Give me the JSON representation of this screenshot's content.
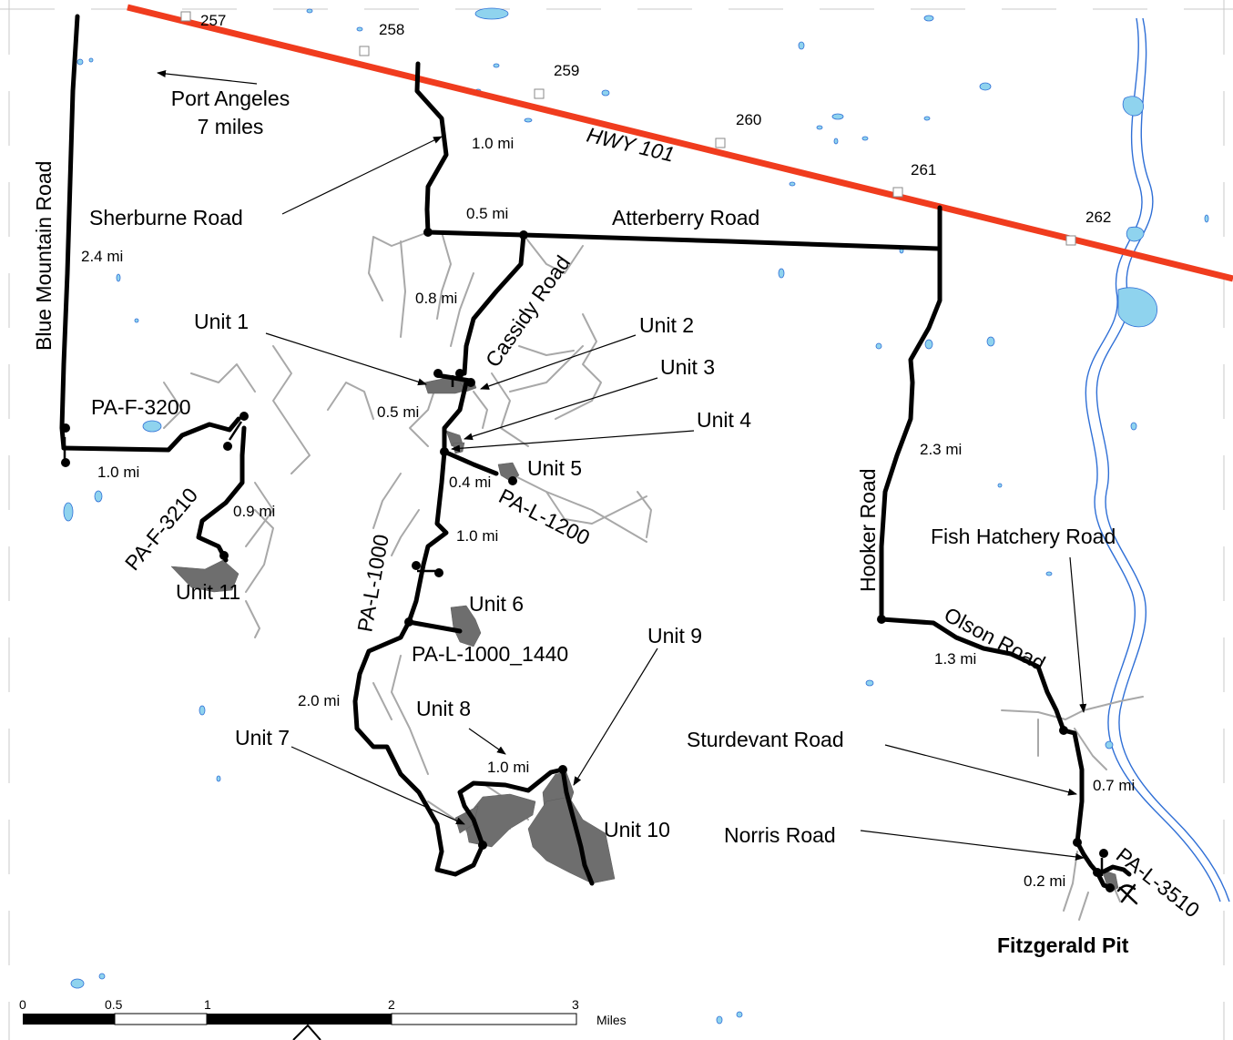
{
  "roads": {
    "highway": "HWY 101",
    "blue_mountain": "Blue Mountain Road",
    "sherburne": "Sherburne Road",
    "atterberry": "Atterberry Road",
    "cassidy": "Cassidy Road",
    "hooker": "Hooker Road",
    "olson": "Olson Road",
    "fish_hatchery": "Fish Hatchery Road",
    "sturdevant": "Sturdevant Road",
    "norris": "Norris Road",
    "pa_f_3200": "PA-F-3200",
    "pa_f_3210": "PA-F-3210",
    "pa_l_1000": "PA-L-1000",
    "pa_l_1200": "PA-L-1200",
    "pa_l_1000_1440": "PA-L-1000_1440",
    "pa_l_3510": "PA-L-3510"
  },
  "mileposts": [
    "257",
    "258",
    "259",
    "260",
    "261",
    "262"
  ],
  "port_angeles": {
    "line1": "Port Angeles",
    "line2": "7 miles"
  },
  "units": {
    "u1": "Unit 1",
    "u2": "Unit 2",
    "u3": "Unit 3",
    "u4": "Unit 4",
    "u5": "Unit 5",
    "u6": "Unit 6",
    "u7": "Unit 7",
    "u8": "Unit 8",
    "u9": "Unit 9",
    "u10": "Unit 10",
    "u11": "Unit 11"
  },
  "distances": {
    "sherburne": "1.0 mi",
    "atterberry": "0.5 mi",
    "blue_mountain": "2.4 mi",
    "cassidy": "0.8 mi",
    "unit1": "0.5 mi",
    "pa_f_3200": "1.0 mi",
    "pa_f_3210": "0.9 mi",
    "pa_l_1200": "0.4 mi",
    "pa_l_1000": "1.0 mi",
    "pa_l_1000_south": "2.0 mi",
    "unit8": "1.0 mi",
    "hooker": "2.3 mi",
    "olson": "1.3 mi",
    "sturdevant": "0.7 mi",
    "norris": "0.2 mi"
  },
  "destination": "Fitzgerald Pit",
  "scale": {
    "ticks": [
      "0",
      "0.5",
      "1",
      "2",
      "3"
    ],
    "unit": "Miles"
  },
  "colors": {
    "highway": "#f03c1e",
    "route": "#000000",
    "minor_road": "#a8a8a8",
    "unit": "#6e6e6e",
    "water": "#8fd3ee",
    "water_line": "#2f6fd6"
  }
}
